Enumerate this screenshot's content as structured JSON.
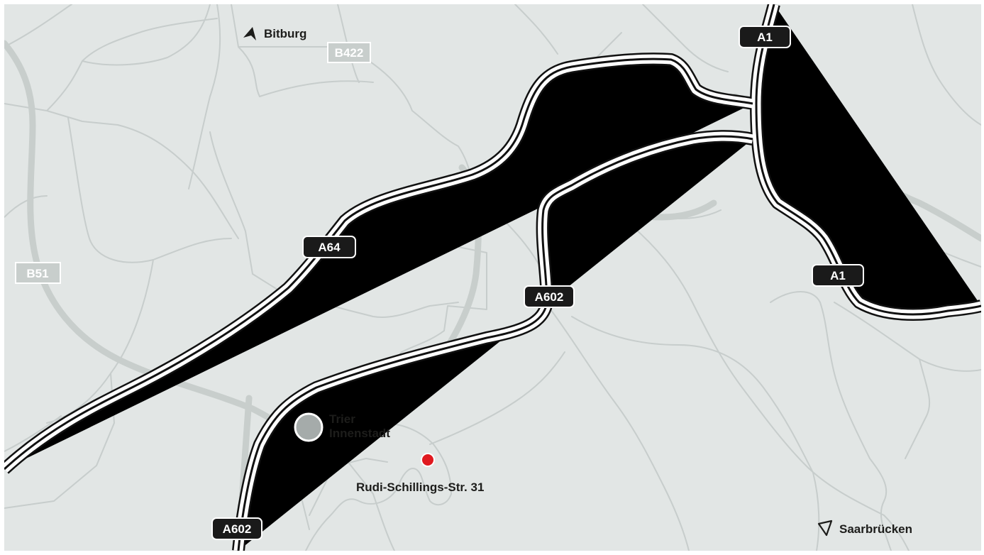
{
  "map": {
    "colors": {
      "background": "#e2e6e5",
      "minor_road": "#c7cdcc",
      "major_road": "#c8cecc",
      "motorway_casing": "#111111",
      "motorway_fill": "#ffffff",
      "city_marker": "#a5abaa",
      "target_marker": "#e0191f"
    },
    "highways": {
      "a64": "A64",
      "a602_top": "A602",
      "a602_bottom": "A602",
      "a1_top": "A1",
      "a1_right": "A1"
    },
    "federal_roads": {
      "b422": "B422",
      "b51": "B51"
    },
    "places": {
      "bitburg": "Bitburg",
      "trier_line1": "Trier",
      "trier_line2": "Innenstadt",
      "target": "Rudi-Schillings-Str. 31",
      "saarbruecken": "Saarbrücken"
    },
    "icons": {
      "direction_north": "arrow-up-left-icon",
      "direction_south": "arrow-down-left-icon",
      "city": "city-marker-icon",
      "destination": "destination-marker-icon"
    }
  }
}
